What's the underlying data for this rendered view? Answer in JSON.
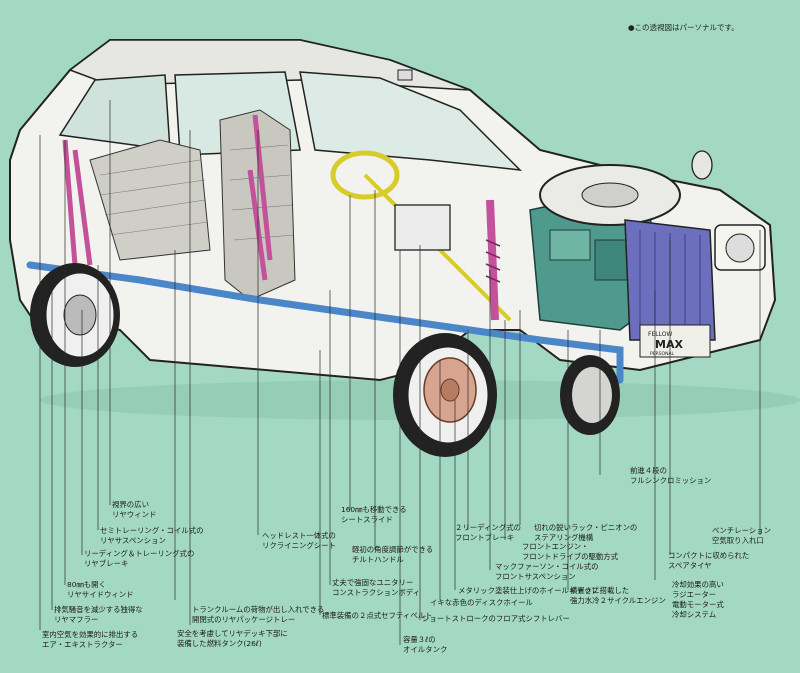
{
  "note": "●この透視図はパーソナルです。",
  "badge": {
    "line1": "FELLOW",
    "line2": "MAX",
    "line3": "PERSONAL"
  },
  "callouts": [
    {
      "id": "rear-window",
      "text": "視界の広い\nリヤウィンド"
    },
    {
      "id": "rear-suspension",
      "text": "セミトレーリング・コイル式の\nリヤサスペンション"
    },
    {
      "id": "rear-brake",
      "text": "リーディング＆トレーリング式の\nリヤブレーキ"
    },
    {
      "id": "rear-side-window",
      "text": "80㎜も開く\nリヤサイドウィンド"
    },
    {
      "id": "rear-muffler",
      "text": "排気騒音を減少する独得な\nリヤマフラー"
    },
    {
      "id": "air-extractor",
      "text": "室内空気を効果的に排出する\nエア・エキストラクター"
    },
    {
      "id": "rear-package-gate",
      "text": "トランクルームの荷物が出し入れできる\n開閉式のリヤパッケージトレー"
    },
    {
      "id": "fuel-tank",
      "text": "安全を考慮してリヤデッキ下部に\n装備した燃料タンク(26ℓ)"
    },
    {
      "id": "reclining-seat",
      "text": "ヘッドレスト一体式の\nリクライニングシート"
    },
    {
      "id": "seat-belt",
      "text": "標準装備の２点式セフティベルト"
    },
    {
      "id": "unitary-body",
      "text": "丈夫で強固なユニタリー\nコンストラクションボディ"
    },
    {
      "id": "tilt-handle",
      "text": "軽初の角度調節ができる\nチルトハンドル"
    },
    {
      "id": "seat-slide",
      "text": "160㎜も移動できる\nシートスライド"
    },
    {
      "id": "oil-tank",
      "text": "容量３ℓの\nオイルタンク"
    },
    {
      "id": "shift-lever",
      "text": "ショートストロークのフロア式シフトレバー"
    },
    {
      "id": "disc-wheel",
      "text": "イキな赤色のディスクホイール"
    },
    {
      "id": "wheel-cap",
      "text": "メタリック塗装仕上げのホイールキャップ"
    },
    {
      "id": "front-brake",
      "text": "２リーディング式の\nフロントブレーキ"
    },
    {
      "id": "front-suspension",
      "text": "マックファーソン・コイル式の\nフロントサスペンション"
    },
    {
      "id": "front-drive",
      "text": "フロントエンジン・\nフロントドライブの駆動方式"
    },
    {
      "id": "steering",
      "text": "切れの鋭いラック・ピニオンの\nステアリング機構"
    },
    {
      "id": "engine",
      "text": "横置きに搭載した\n強力水冷２サイクルエンジン"
    },
    {
      "id": "transmission",
      "text": "前進４段の\nフルシンクロミッション"
    },
    {
      "id": "cooling",
      "text": "冷却効果の高い\nラジエーター\n電動モーター式\n冷却システム"
    },
    {
      "id": "spare-tire",
      "text": "コンパクトに収められた\nスペアタイヤ"
    },
    {
      "id": "ventilation",
      "text": "ベンチレーション\n空気取り入れ口"
    }
  ]
}
